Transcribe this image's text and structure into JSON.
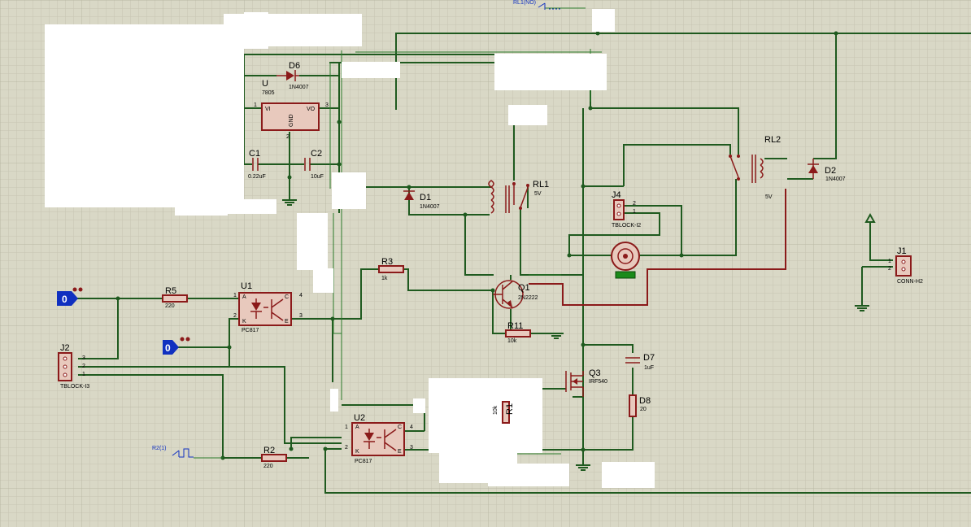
{
  "labels": {
    "d6": {
      "ref": "D6",
      "value": "1N4007"
    },
    "u_reg": {
      "ref": "U",
      "value": "7805",
      "vi": "VI",
      "vo": "VO",
      "gnd": "GND",
      "pin1": "1",
      "pin2": "2",
      "pin3": "3"
    },
    "c1": {
      "ref": "C1",
      "value": "0.22uF"
    },
    "c2": {
      "ref": "C2",
      "value": "10uF"
    },
    "d1": {
      "ref": "D1",
      "value": "1N4007"
    },
    "rl1": {
      "ref": "RL1",
      "value": "5V"
    },
    "rl2": {
      "ref": "RL2",
      "value": "5V"
    },
    "d2": {
      "ref": "D2",
      "value": "1N4007"
    },
    "j4": {
      "ref": "J4",
      "value": "TBLOCK-I2",
      "pin1": "1",
      "pin2": "2"
    },
    "j1": {
      "ref": "J1",
      "value": "CONN-H2",
      "pin1": "1",
      "pin2": "2"
    },
    "r3": {
      "ref": "R3",
      "value": "1k"
    },
    "q1": {
      "ref": "Q1",
      "value": "2N2222"
    },
    "r11": {
      "ref": "R11",
      "value": "10k"
    },
    "r5": {
      "ref": "R5",
      "value": "220"
    },
    "u1": {
      "ref": "U1",
      "value": "PC817",
      "pin1": "1",
      "pin2": "2",
      "pin3": "3",
      "pin4": "4",
      "a": "A",
      "k": "K",
      "c": "C",
      "e": "E"
    },
    "j2": {
      "ref": "J2",
      "value": "TBLOCK-I3",
      "pin1": "1",
      "pin2": "2",
      "pin3": "3"
    },
    "r2": {
      "ref": "R2",
      "value": "220"
    },
    "u2": {
      "ref": "U2",
      "value": "PC817",
      "pin1": "1",
      "pin2": "2",
      "pin3": "3",
      "pin4": "4",
      "a": "A",
      "k": "K",
      "c": "C",
      "e": "E"
    },
    "q3": {
      "ref": "Q3",
      "value": "IRF540"
    },
    "d7": {
      "ref": "D7",
      "value": "1uF"
    },
    "d8": {
      "ref": "D8",
      "value": "20"
    },
    "r1": {
      "ref": "R1",
      "value": "10k"
    },
    "terminal_rl1": "RL1(NO)",
    "terminal_r2": "R2(1)",
    "logic_state_1": "0",
    "logic_state_2": "0"
  },
  "colors": {
    "background": "#d9d8c6",
    "wire": "#1f5a1f",
    "component": "#8b1a1a",
    "component_fill": "#e8c9bd",
    "logic_probe": "#1030c0"
  }
}
